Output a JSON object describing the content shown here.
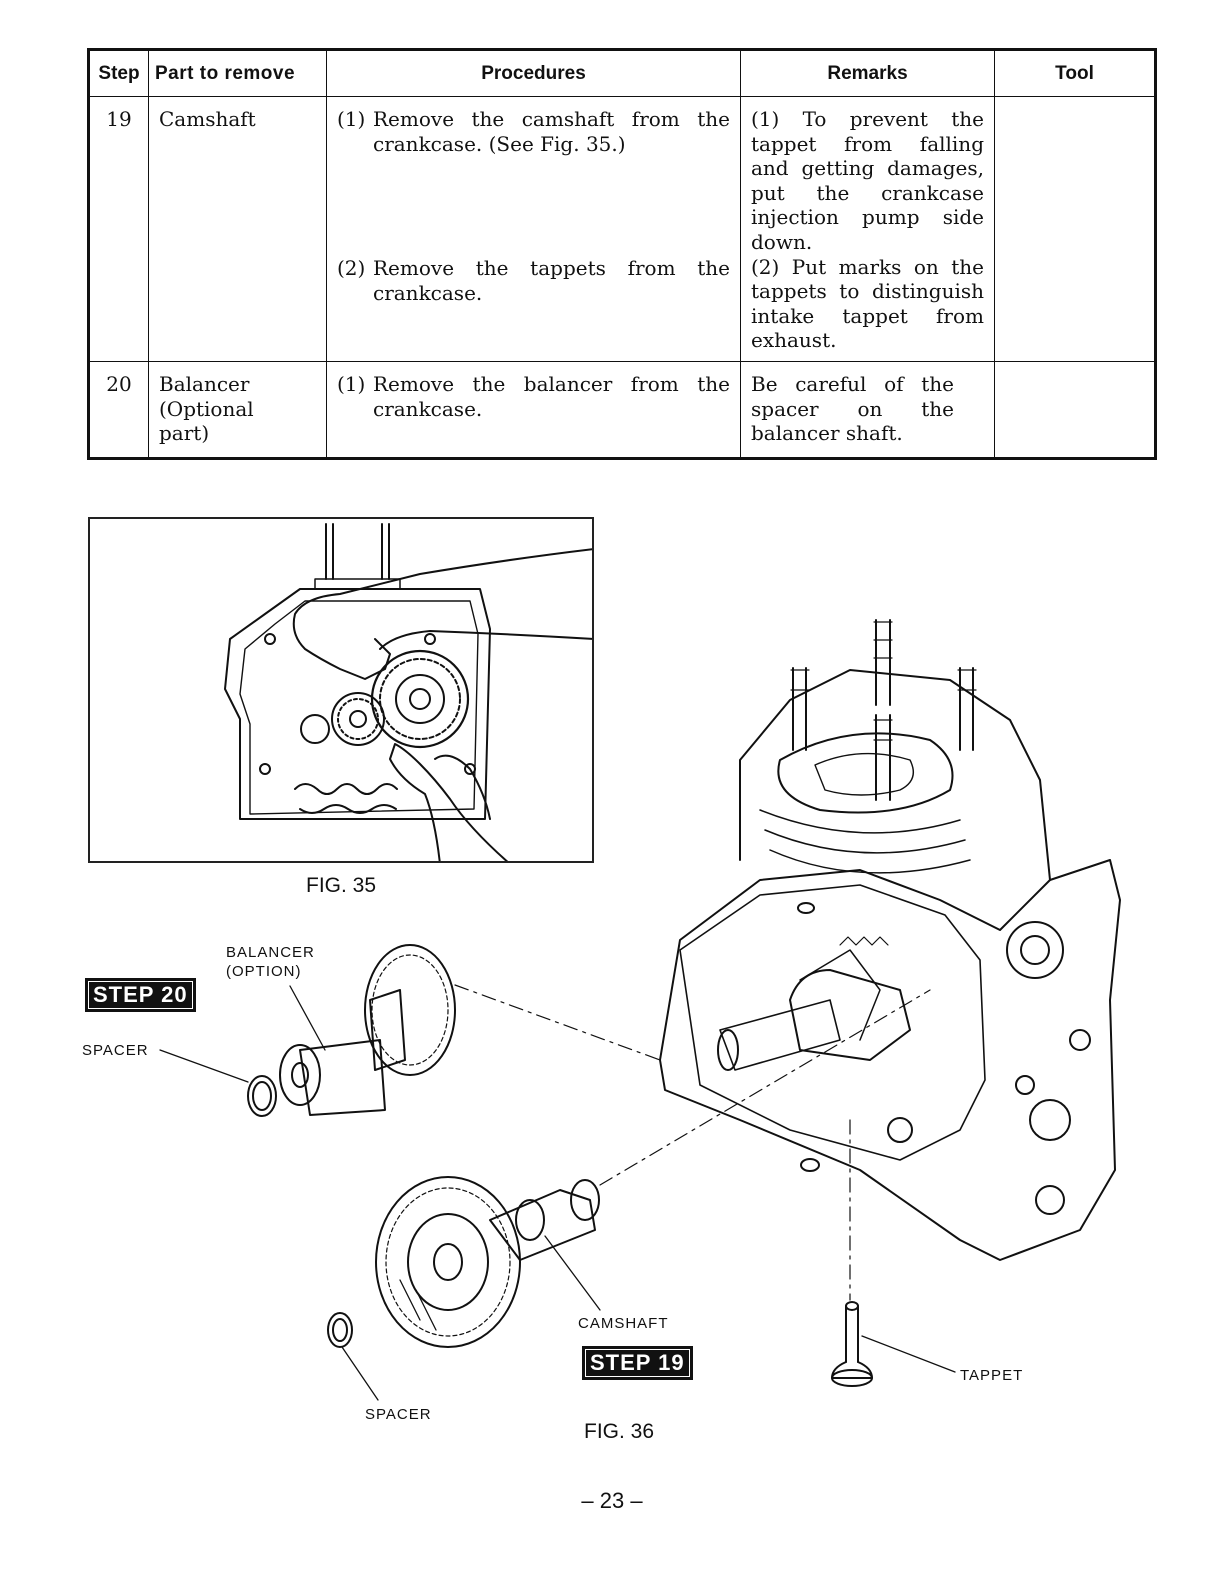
{
  "table": {
    "headers": {
      "step": "Step",
      "part": "Part to remove",
      "procedures": "Procedures",
      "remarks": "Remarks",
      "tool": "Tool"
    },
    "rows": [
      {
        "step": "19",
        "part": "Camshaft",
        "procedures": [
          {
            "num": "(1)",
            "text": "Remove the camshaft from the crankcase. (See Fig. 35.)"
          },
          {
            "num": "(2)",
            "text": "Remove the tappets from the crankcase."
          }
        ],
        "remarks": [
          "(1) To prevent the tappet from falling and getting damages, put the crankcase injection pump side down.",
          "(2) Put marks on the tappets to distinguish intake tappet from exhaust."
        ],
        "tool": ""
      },
      {
        "step": "20",
        "part": "Balancer (Optional part)",
        "procedures": [
          {
            "num": "(1)",
            "text": "Remove the balancer from the crankcase."
          }
        ],
        "remarks": [
          "Be careful of the spacer on the balancer shaft."
        ],
        "tool": ""
      }
    ]
  },
  "figures": {
    "fig35_caption": "FIG. 35",
    "fig36_caption": "FIG. 36",
    "labels": {
      "balancer": "BALANCER",
      "balancer_option": "(OPTION)",
      "spacer_top": "SPACER",
      "spacer_bottom": "SPACER",
      "camshaft": "CAMSHAFT",
      "tappet": "TAPPET"
    },
    "badges": {
      "step20": "STEP 20",
      "step19": "STEP 19"
    }
  },
  "page_number": "– 23 –"
}
